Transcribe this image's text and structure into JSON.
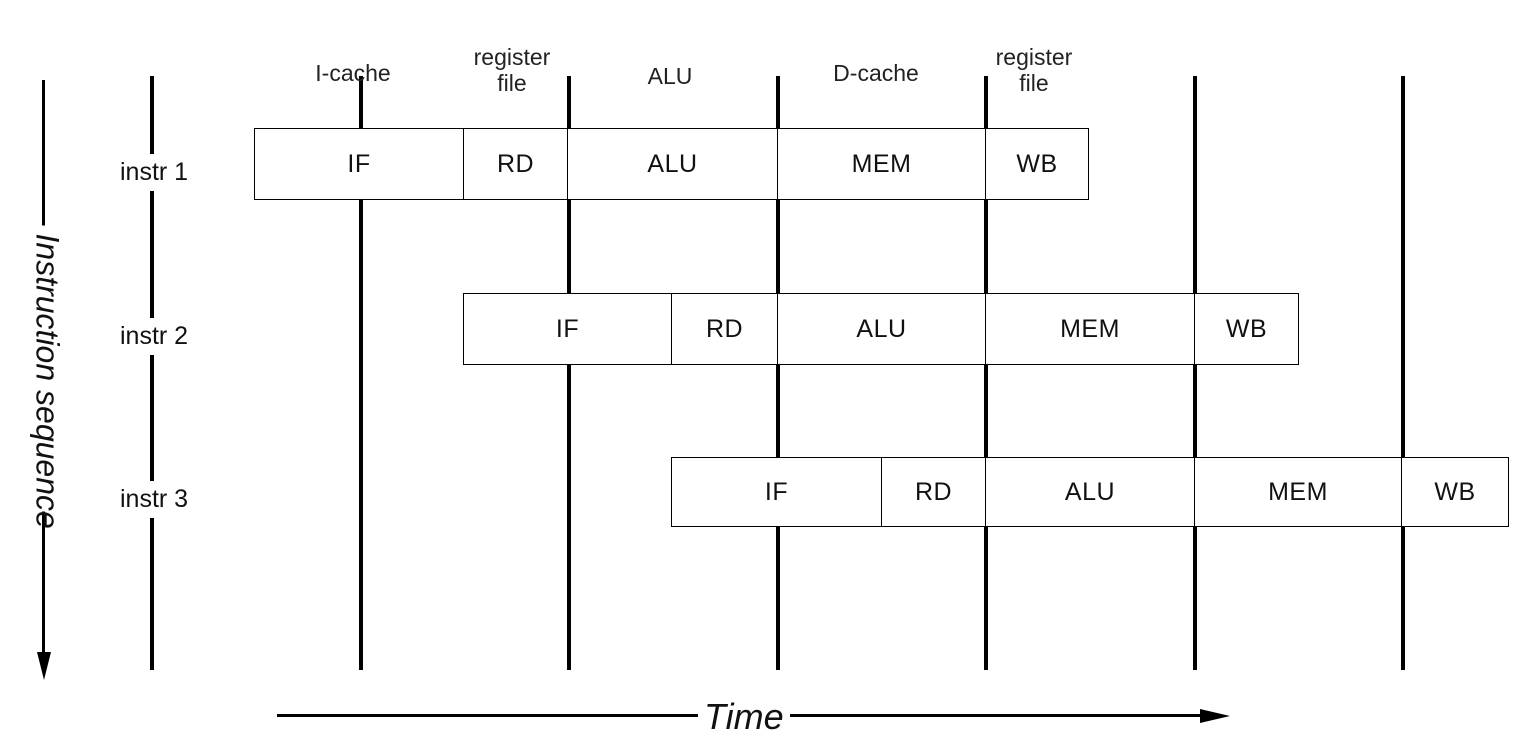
{
  "resources": [
    {
      "id": "icache",
      "lines": [
        "I-cache"
      ]
    },
    {
      "id": "regfile1",
      "lines": [
        "register",
        "file"
      ]
    },
    {
      "id": "alu",
      "lines": [
        "ALU"
      ]
    },
    {
      "id": "dcache",
      "lines": [
        "D-cache"
      ]
    },
    {
      "id": "regfile2",
      "lines": [
        "register",
        "file"
      ]
    }
  ],
  "instructions": [
    {
      "label": "instr 1",
      "stages": [
        "IF",
        "RD",
        "ALU",
        "MEM",
        "WB"
      ]
    },
    {
      "label": "instr 2",
      "stages": [
        "IF",
        "RD",
        "ALU",
        "MEM",
        "WB"
      ]
    },
    {
      "label": "instr 3",
      "stages": [
        "IF",
        "RD",
        "ALU",
        "MEM",
        "WB"
      ]
    }
  ],
  "axes": {
    "time": "Time",
    "sequence": "Instruction sequence"
  }
}
